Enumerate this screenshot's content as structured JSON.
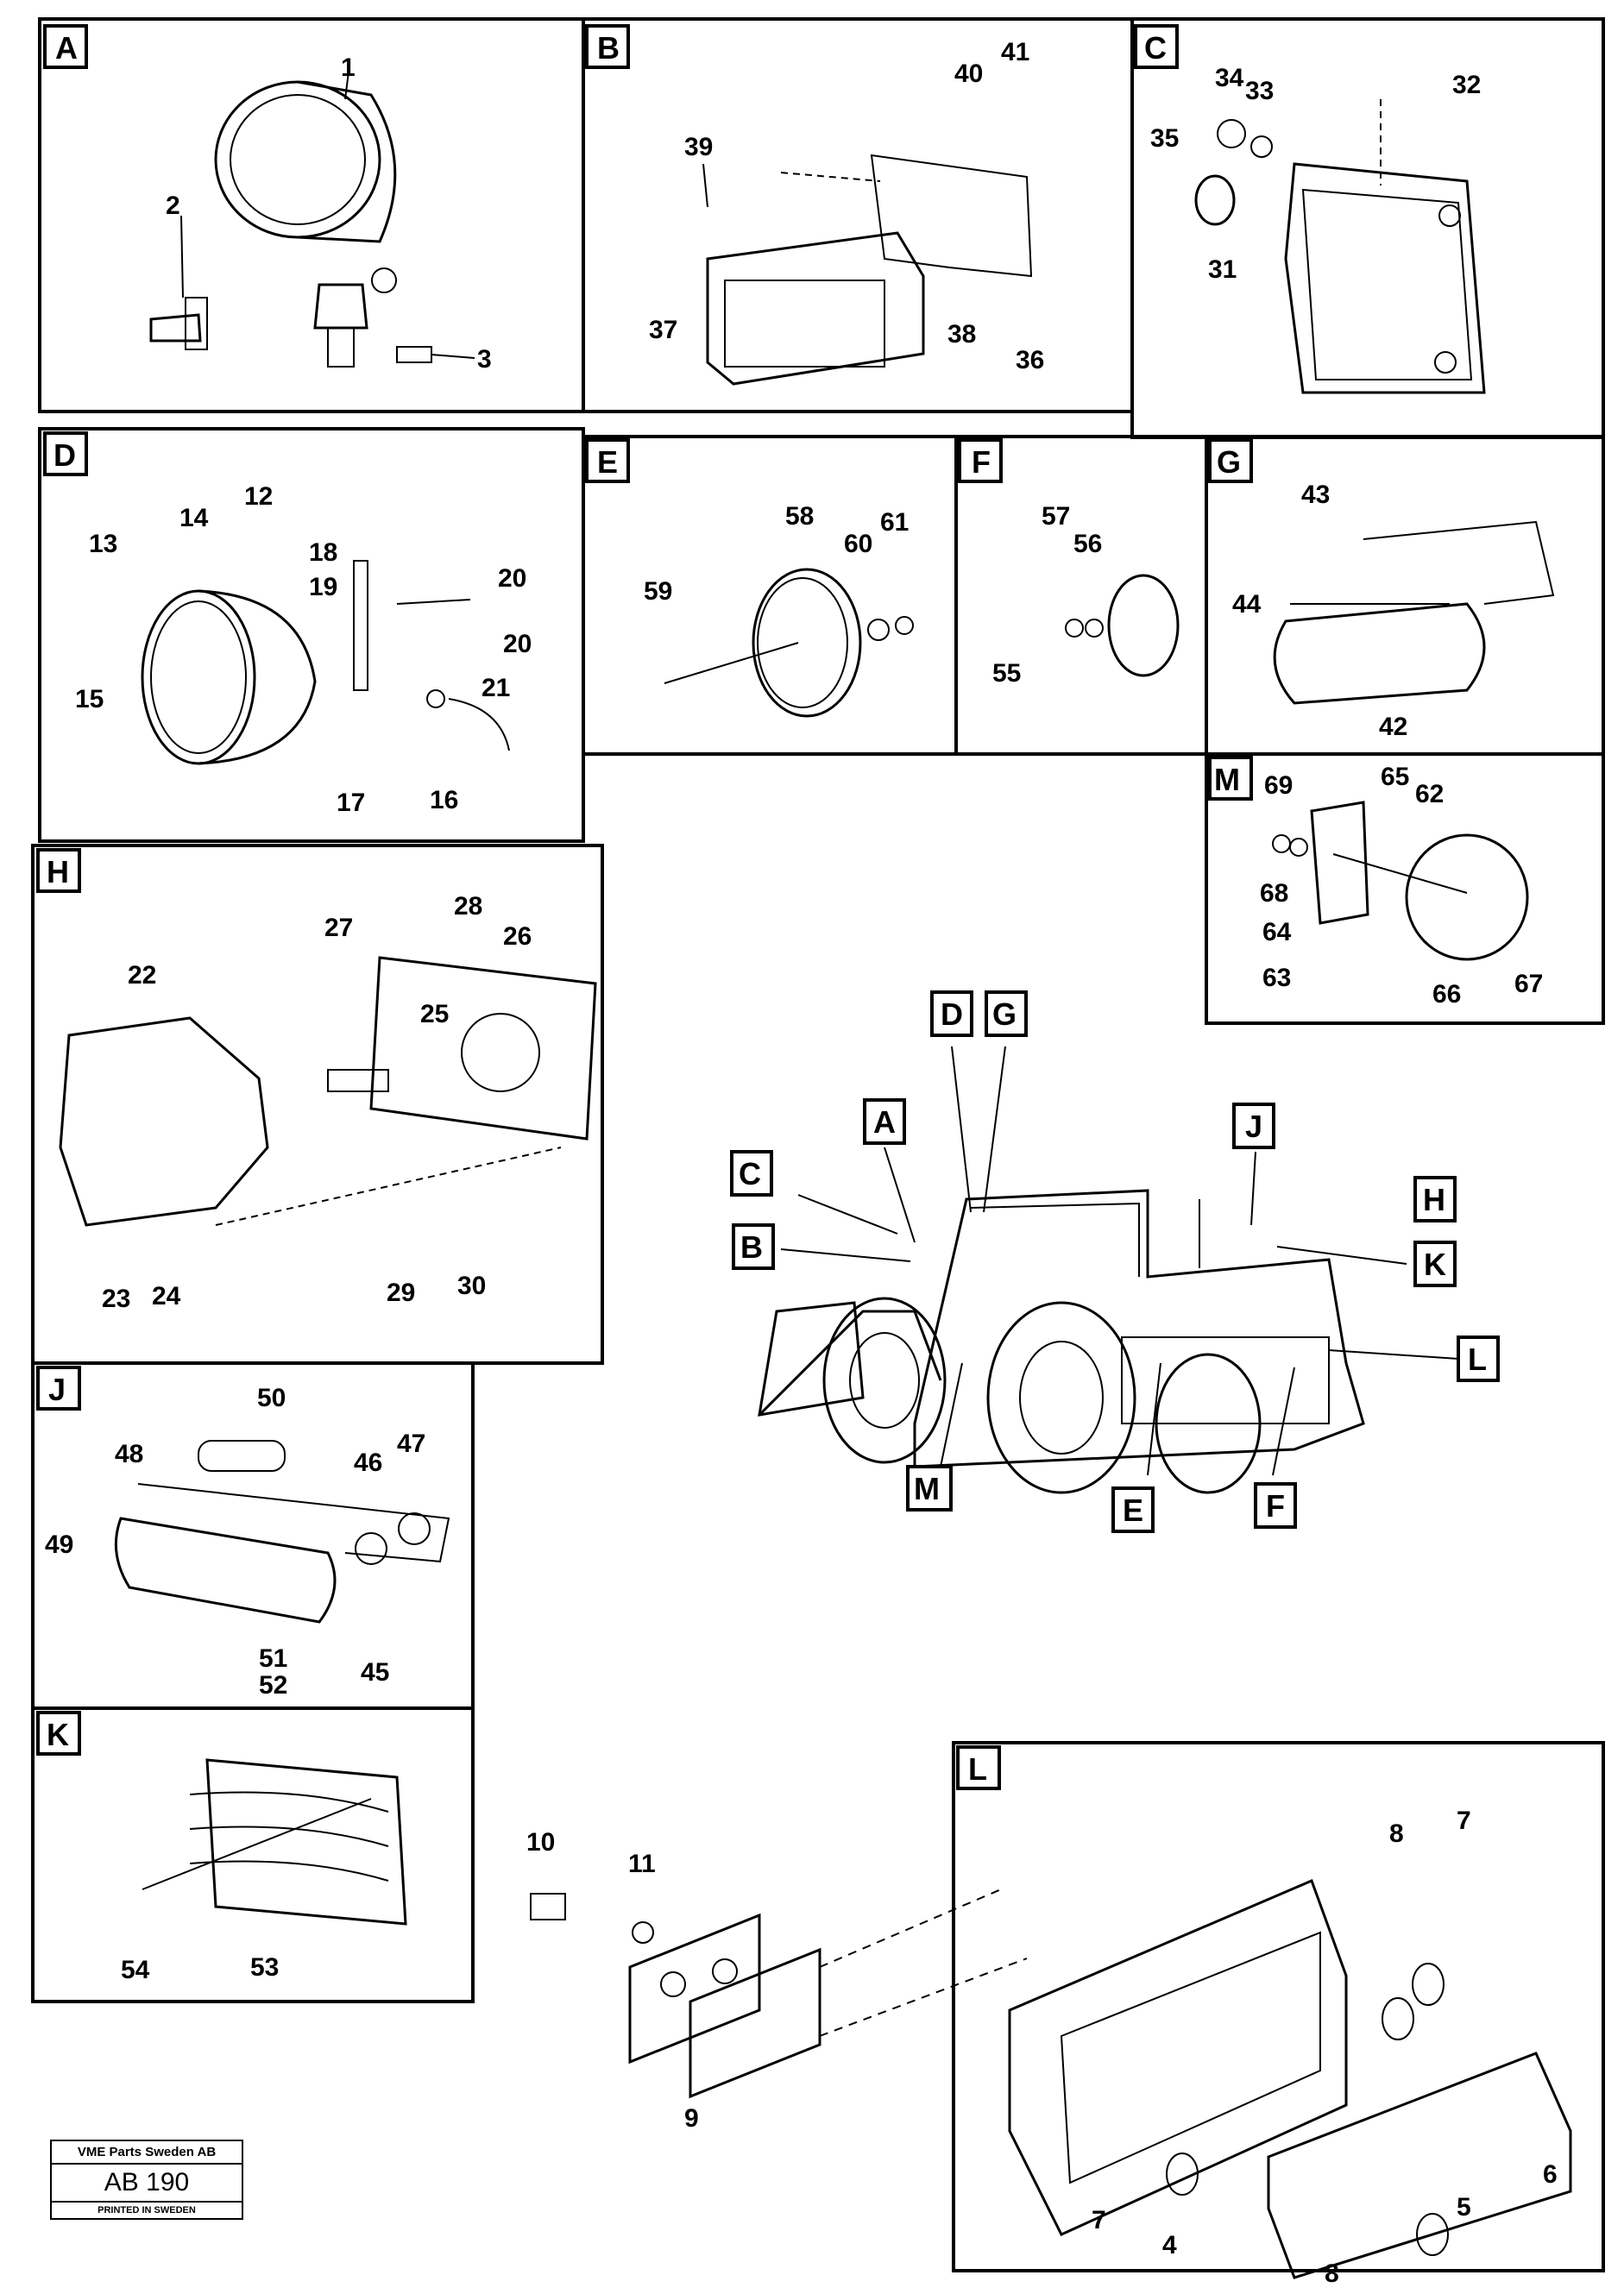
{
  "panels": {
    "A": {
      "label": "A",
      "parts": [
        "1",
        "2",
        "3"
      ]
    },
    "B": {
      "label": "B",
      "parts": [
        "39",
        "40",
        "41",
        "37",
        "38",
        "36"
      ]
    },
    "C": {
      "label": "C",
      "parts": [
        "34",
        "33",
        "32",
        "35",
        "31"
      ]
    },
    "D": {
      "label": "D",
      "parts": [
        "14",
        "12",
        "13",
        "18",
        "19",
        "20",
        "20",
        "21",
        "15",
        "17",
        "16"
      ]
    },
    "E": {
      "label": "E",
      "parts": [
        "58",
        "60",
        "61",
        "59"
      ]
    },
    "F": {
      "label": "F",
      "parts": [
        "57",
        "56",
        "55"
      ]
    },
    "G": {
      "label": "G",
      "parts": [
        "43",
        "44",
        "42"
      ]
    },
    "M": {
      "label": "M",
      "parts": [
        "69",
        "65",
        "62",
        "68",
        "64",
        "63",
        "66",
        "67"
      ]
    },
    "H": {
      "label": "H",
      "parts": [
        "27",
        "28",
        "26",
        "22",
        "25",
        "23",
        "24",
        "29",
        "30"
      ]
    },
    "J": {
      "label": "J",
      "parts": [
        "50",
        "48",
        "47",
        "46",
        "49",
        "51",
        "45",
        "52"
      ]
    },
    "K": {
      "label": "K",
      "parts": [
        "54",
        "53"
      ]
    },
    "L": {
      "label": "L",
      "parts": [
        "8",
        "7",
        "7",
        "6",
        "5",
        "4",
        "8"
      ]
    }
  },
  "bracket": {
    "parts": [
      "10",
      "11",
      "9"
    ]
  },
  "machine_labels": [
    "D",
    "G",
    "A",
    "J",
    "C",
    "H",
    "B",
    "K",
    "L",
    "M",
    "E",
    "F"
  ],
  "stamp": {
    "company": "VME Parts Sweden AB",
    "code": "AB 190",
    "printed": "PRINTED IN SWEDEN"
  }
}
